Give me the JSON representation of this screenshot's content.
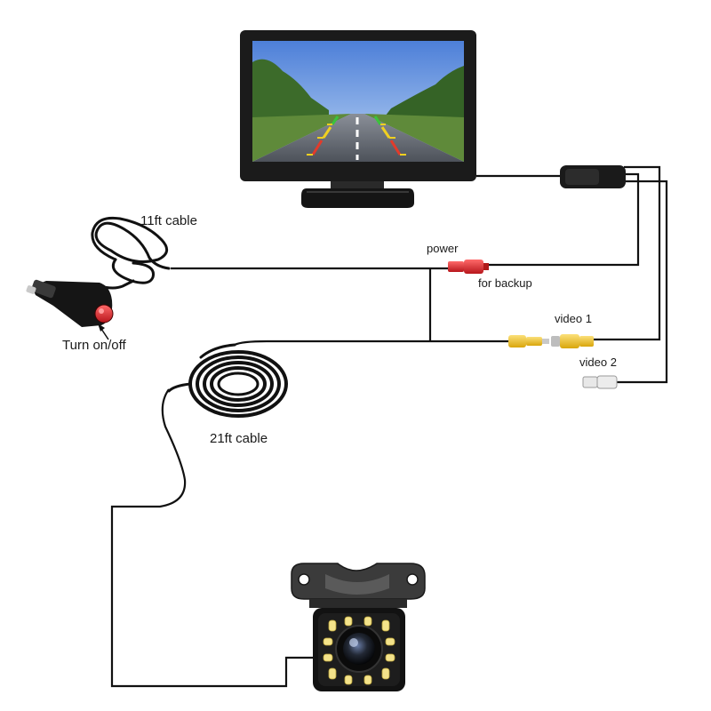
{
  "labels": {
    "cable_11ft": "11ft cable",
    "cable_21ft": "21ft cable",
    "power": "power",
    "for_backup": "for backup",
    "video_1": "video 1",
    "video_2": "video 2",
    "turn_on_off": "Turn on/off"
  },
  "colors": {
    "wire": "#111111",
    "monitor_body": "#1b1b1b",
    "power_plug": "#d8232a",
    "video_plug": "#f2c318",
    "video2_plug": "#d9d9d9",
    "camera_led": "#f4e38a"
  },
  "icons": {
    "monitor": "lcd-monitor-icon",
    "car_charger": "car-charger-icon",
    "camera": "backup-camera-icon"
  }
}
